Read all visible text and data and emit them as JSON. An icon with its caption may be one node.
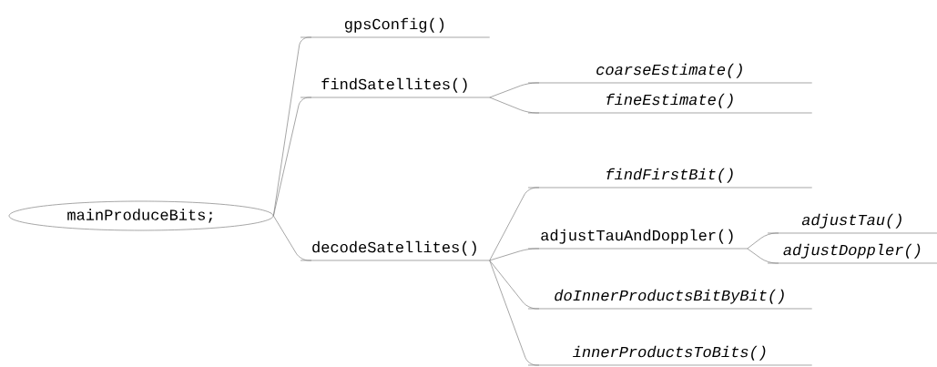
{
  "diagram": {
    "nodes": [
      {
        "text": [
          "mainProduceBits;"
        ]
      },
      {
        "text": [
          "gpsConfig()"
        ]
      },
      {
        "text": [
          "findSatellites()"
        ]
      },
      {
        "text": [
          "coarseEstimate()"
        ]
      },
      {
        "text": [
          "fineEstimate()"
        ]
      },
      {
        "text": [
          "decodeSatellites()"
        ]
      },
      {
        "text": [
          "findFirstBit()"
        ]
      },
      {
        "text": [
          "adjustTauAndDoppler()"
        ]
      },
      {
        "text": [
          "adjustTau()"
        ]
      },
      {
        "text": [
          "adjustDoppler()"
        ]
      },
      {
        "text": [
          "doInnerProductsBitByBit()"
        ]
      },
      {
        "text": [
          "innerProductsToBits()"
        ]
      }
    ],
    "edges": [
      {
        "from": 0,
        "to": 1,
        "arrow": "none"
      },
      {
        "from": 0,
        "to": 2,
        "arrow": "none"
      },
      {
        "from": 0,
        "to": 5,
        "arrow": "none"
      },
      {
        "from": 2,
        "to": 3,
        "arrow": "none"
      },
      {
        "from": 2,
        "to": 4,
        "arrow": "none"
      },
      {
        "from": 5,
        "to": 6,
        "arrow": "none"
      },
      {
        "from": 5,
        "to": 7,
        "arrow": "none"
      },
      {
        "from": 5,
        "to": 10,
        "arrow": "none"
      },
      {
        "from": 5,
        "to": 11,
        "arrow": "none"
      },
      {
        "from": 7,
        "to": 8,
        "arrow": "none"
      },
      {
        "from": 7,
        "to": 9,
        "arrow": "none"
      }
    ]
  }
}
